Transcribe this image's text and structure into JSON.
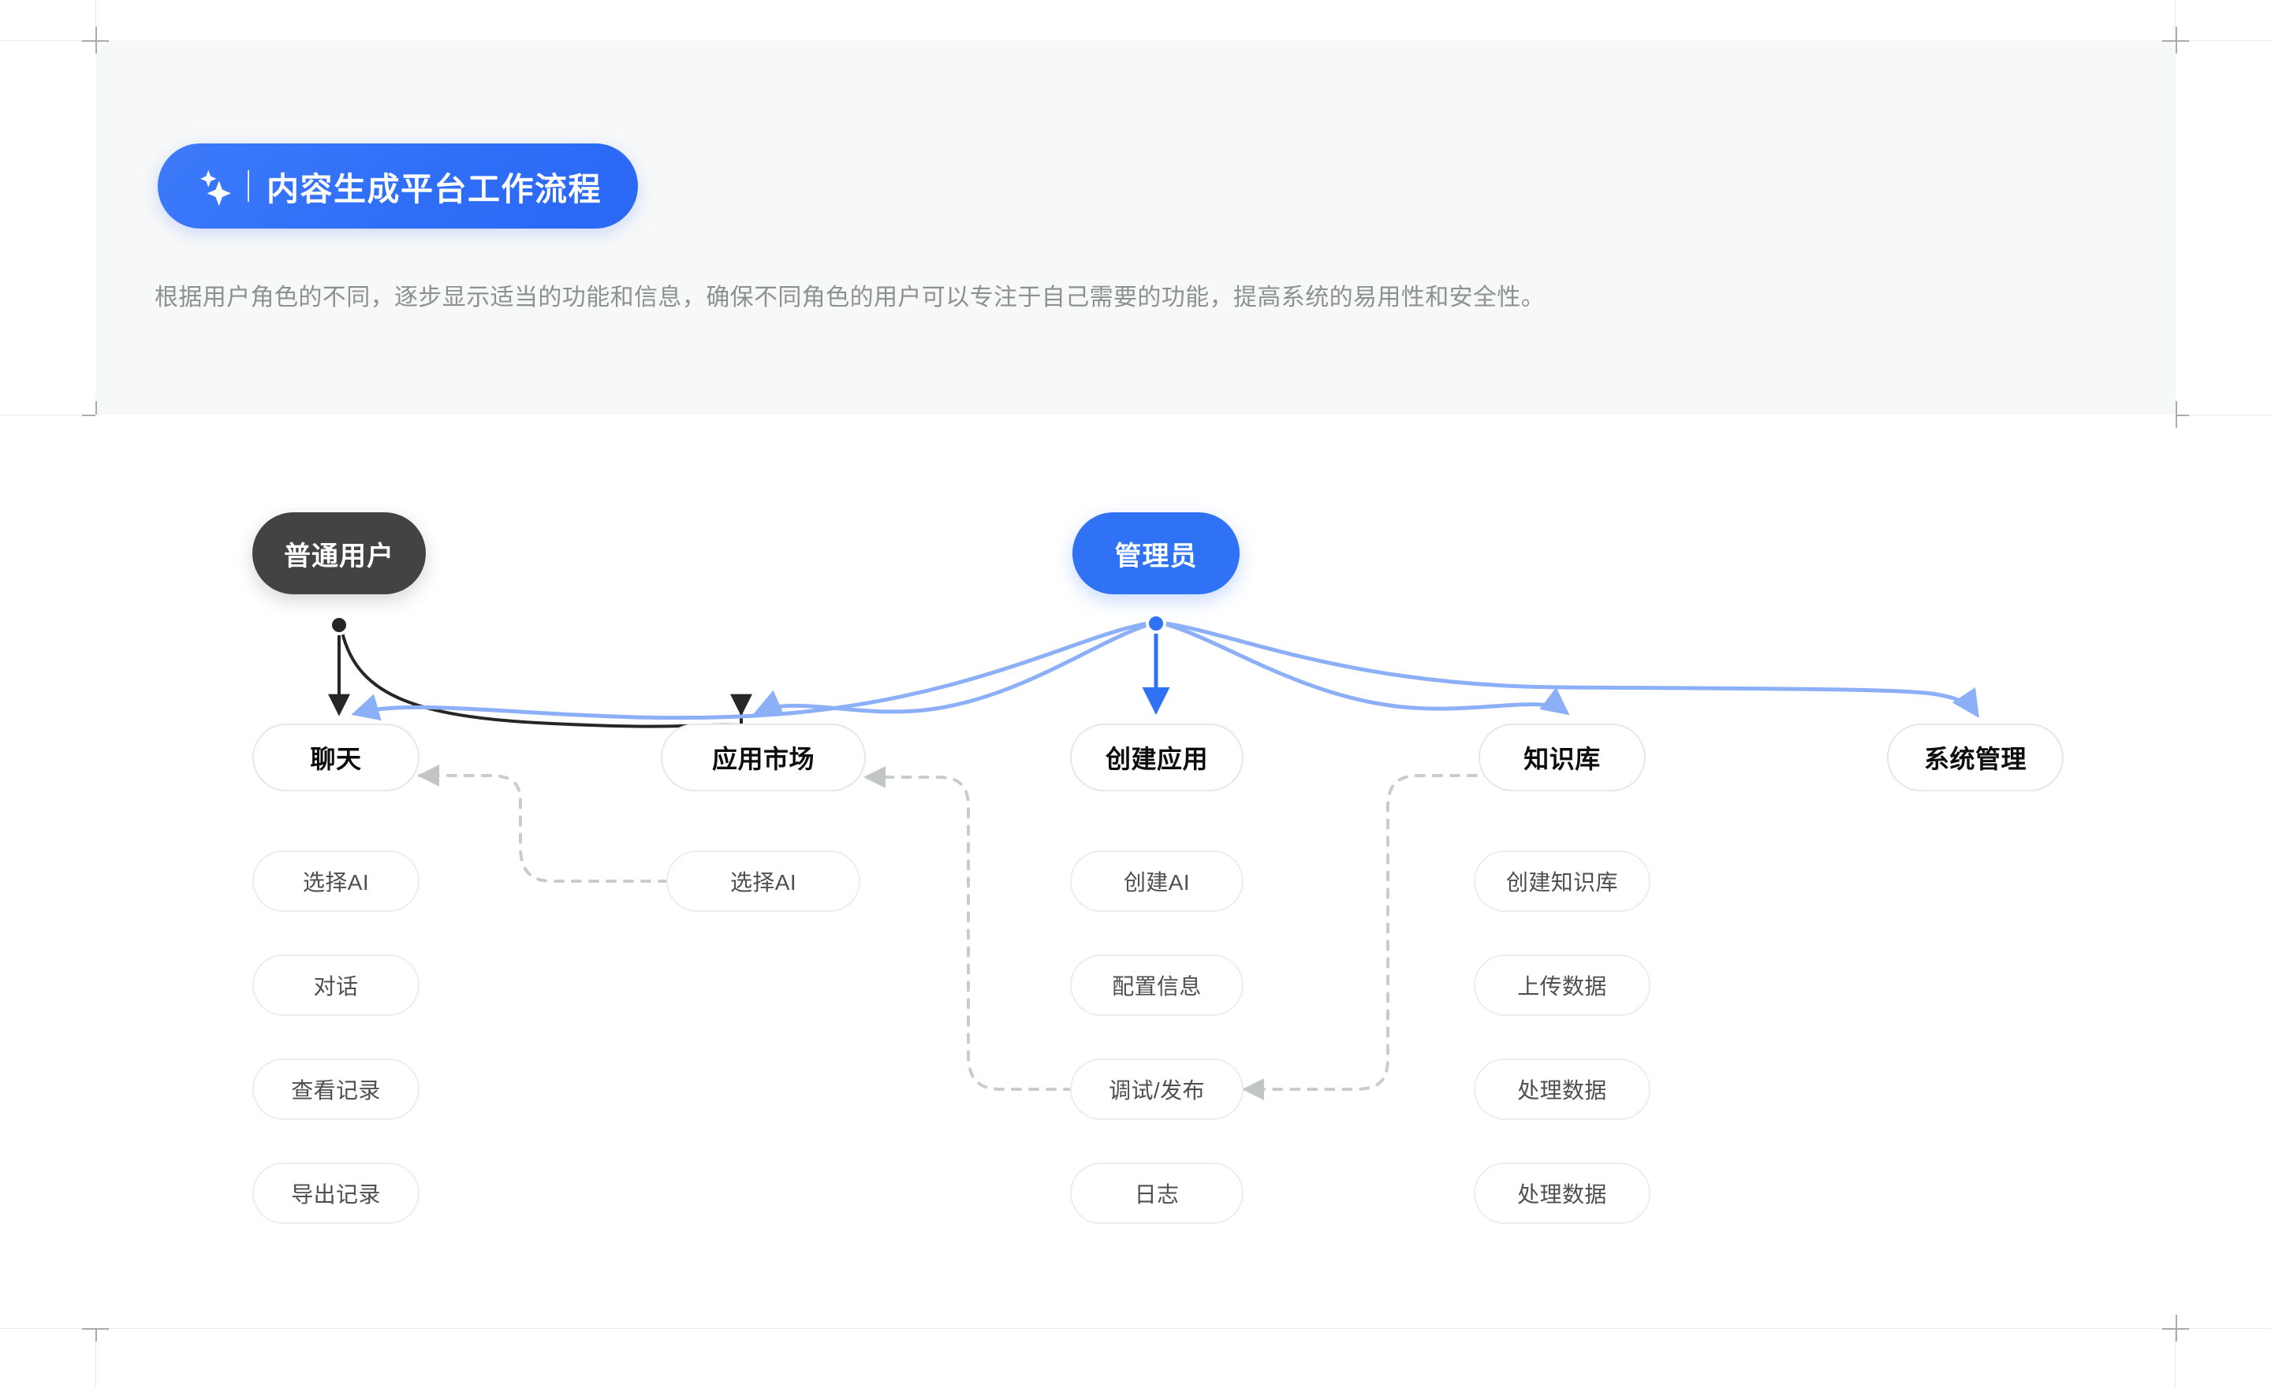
{
  "header": {
    "badge": {
      "icon": "sparkle-icon",
      "title": "内容生成平台工作流程"
    },
    "description": "根据用户角色的不同，逐步显示适当的功能和信息，确保不同角色的用户可以专注于自己需要的功能，提高系统的易用性和安全性。"
  },
  "colors": {
    "accent_blue": "#2f72f5",
    "edge_blue": "#8cb0f7",
    "role_dark": "#434343",
    "edge_dark": "#262626",
    "dashed_gray": "#c9cccc",
    "node_border": "#e6e8e8",
    "leaf_border": "#ededed",
    "header_bg": "#f7f8f8",
    "text_muted": "#8c9191"
  },
  "diagram": {
    "roles": [
      {
        "id": "regular-user",
        "label": "普通用户",
        "style": "dark"
      },
      {
        "id": "admin",
        "label": "管理员",
        "style": "blue"
      }
    ],
    "categories": [
      {
        "id": "chat",
        "label": "聊天",
        "children": [
          "选择AI",
          "对话",
          "查看记录",
          "导出记录"
        ]
      },
      {
        "id": "app-market",
        "label": "应用市场",
        "children": [
          "选择AI"
        ]
      },
      {
        "id": "create-app",
        "label": "创建应用",
        "children": [
          "创建AI",
          "配置信息",
          "调试/发布",
          "日志"
        ]
      },
      {
        "id": "knowledge-base",
        "label": "知识库",
        "children": [
          "创建知识库",
          "上传数据",
          "处理数据",
          "处理数据"
        ]
      },
      {
        "id": "system-admin",
        "label": "系统管理",
        "children": []
      }
    ],
    "edges": {
      "from_regular_user": [
        "聊天",
        "应用市场"
      ],
      "from_admin": [
        "聊天",
        "应用市场",
        "创建应用",
        "知识库",
        "系统管理"
      ],
      "dashed_flow": [
        "应用市场.选择AI → 聊天",
        "创建应用.调试/发布 → 应用市场",
        "知识库 → 创建应用.调试/发布"
      ]
    }
  }
}
